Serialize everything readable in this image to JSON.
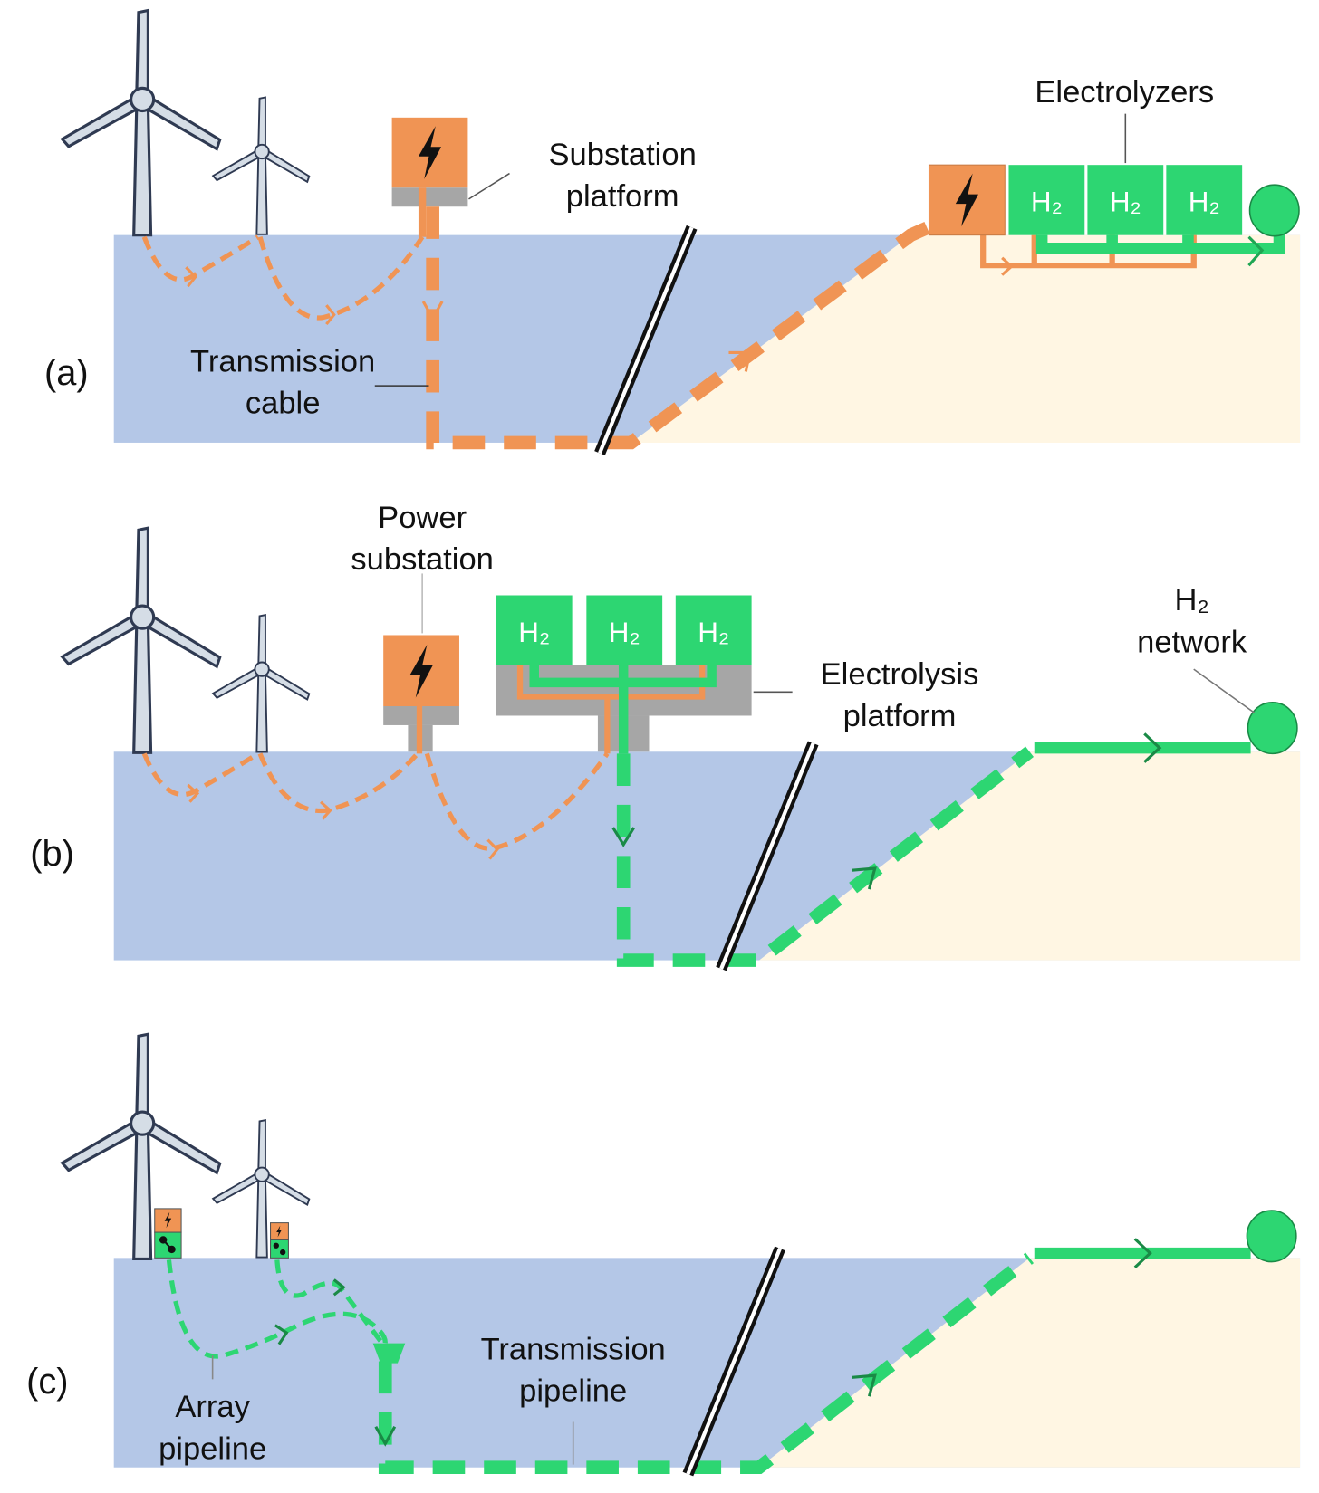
{
  "colors": {
    "sea": "#b4c7e7",
    "land": "#fff6e3",
    "electric": "#f09454",
    "hydrogen": "#2dd672",
    "platform": "#a6a6a6",
    "turbine": "#d5dde6",
    "outline": "#2f3a52"
  },
  "panel_a": {
    "tag": "(a)",
    "substation_label": [
      "Substation",
      "platform"
    ],
    "cable_label": [
      "Transmission",
      "cable"
    ],
    "electrolyzers_label": "Electrolyzers",
    "h2": [
      "H₂",
      "H₂",
      "H₂"
    ]
  },
  "panel_b": {
    "tag": "(b)",
    "power_label": [
      "Power",
      "substation"
    ],
    "platform_label": [
      "Electrolysis",
      "platform"
    ],
    "network_label": [
      "H₂",
      "network"
    ],
    "h2": [
      "H₂",
      "H₂",
      "H₂"
    ]
  },
  "panel_c": {
    "tag": "(c)",
    "array_label": [
      "Array",
      "pipeline"
    ],
    "transmission_label": [
      "Transmission",
      "pipeline"
    ]
  },
  "icons": [
    "wind-turbine-icon",
    "lightning-bolt-icon",
    "hydrogen-molecule-icon",
    "network-node-icon"
  ]
}
